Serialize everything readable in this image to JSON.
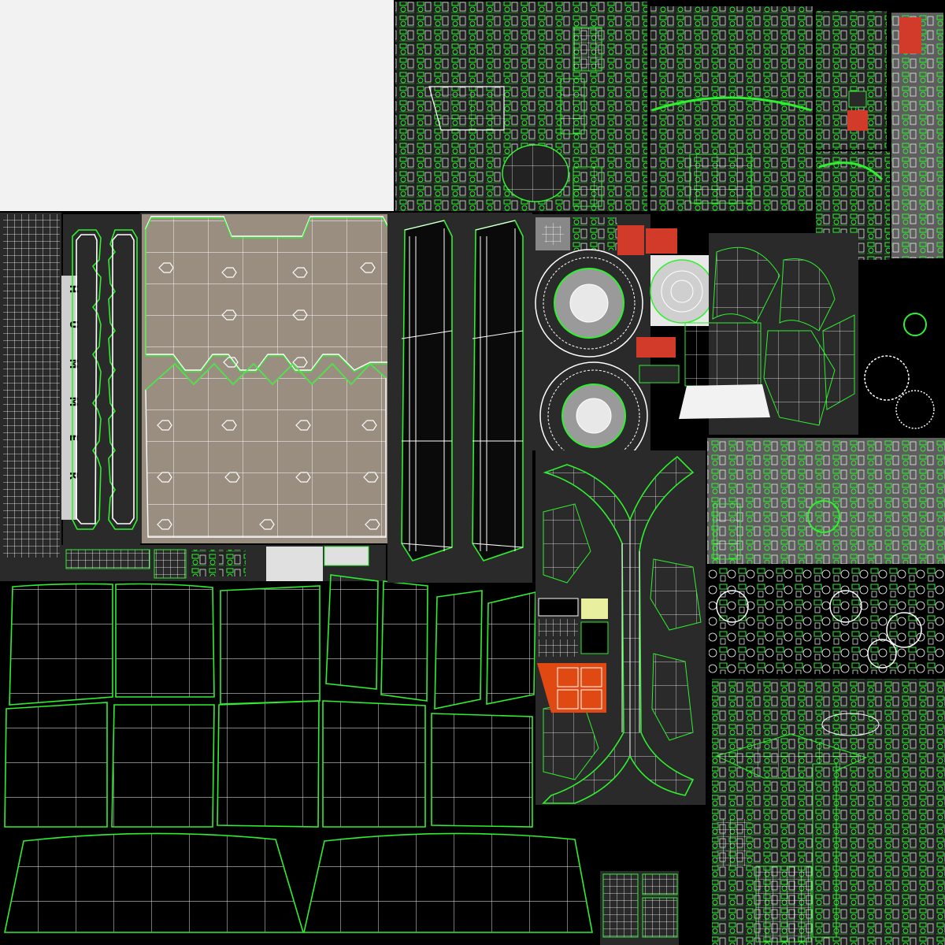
{
  "emblem": {
    "letters": [
      "H",
      "U",
      "M",
      "M",
      "E",
      "R"
    ]
  },
  "colors": {
    "background": "#000000",
    "panel": "#2a2a2a",
    "panel_light": "#3a3a3a",
    "wire": "#ffffff",
    "uv_border": "#22e022",
    "hood": "#9a8e80",
    "blank": "#f2f2f2",
    "grey": "#7a7a7a",
    "red": "#d23a2a",
    "orange": "#e04a12",
    "pale_yellow": "#e8f0a0"
  }
}
